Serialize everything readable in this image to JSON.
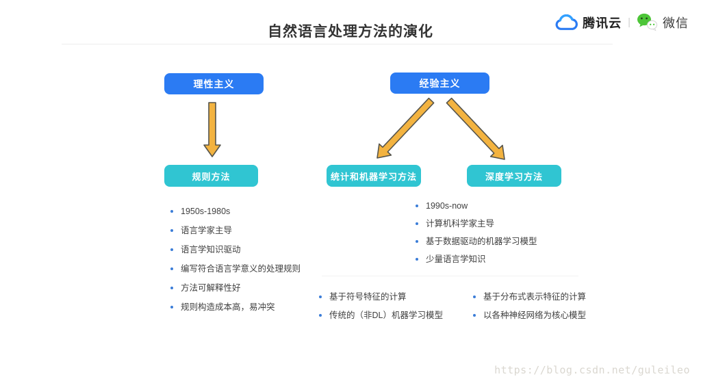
{
  "header": {
    "title": "自然语言处理方法的演化",
    "brand": {
      "tencent_cloud_label": "腾讯云",
      "separator": "|",
      "wechat_label": "微信"
    }
  },
  "diagram": {
    "top_nodes": [
      {
        "id": "rationalism",
        "label": "理性主义"
      },
      {
        "id": "empiricism",
        "label": "经验主义"
      }
    ],
    "method_nodes": [
      {
        "id": "rule-methods",
        "label": "规则方法"
      },
      {
        "id": "statistical-ml-methods",
        "label": "统计和机器学习方法"
      },
      {
        "id": "deep-learning-methods",
        "label": "深度学习方法"
      }
    ],
    "edges": [
      {
        "from": "理性主义",
        "to": "规则方法"
      },
      {
        "from": "经验主义",
        "to": "统计和机器学习方法"
      },
      {
        "from": "经验主义",
        "to": "深度学习方法"
      }
    ],
    "lists": {
      "rule_methods": [
        "1950s-1980s",
        "语言学家主导",
        "语言学知识驱动",
        "编写符合语言学意义的处理规则",
        "方法可解释性好",
        "规则构造成本高，易冲突"
      ],
      "empiricism_common": [
        "1990s-now",
        "计算机科学家主导",
        "基于数据驱动的机器学习模型",
        "少量语言学知识"
      ],
      "statistical_ml": [
        "基于符号特征的计算",
        "传统的（非DL）机器学习模型"
      ],
      "deep_learning": [
        "基于分布式表示特征的计算",
        "以各种神经网络为核心模型"
      ]
    }
  },
  "colors": {
    "node_blue": "#2b7bf3",
    "node_teal": "#30c5d2",
    "arrow_yellow": "#f3b340",
    "arrow_outline": "#55544c",
    "bullet_blue": "#3b7dd8",
    "wechat_green": "#4dc538",
    "cloud_blue": "#2b7bf3"
  },
  "watermark": "https://blog.csdn.net/guleileo"
}
